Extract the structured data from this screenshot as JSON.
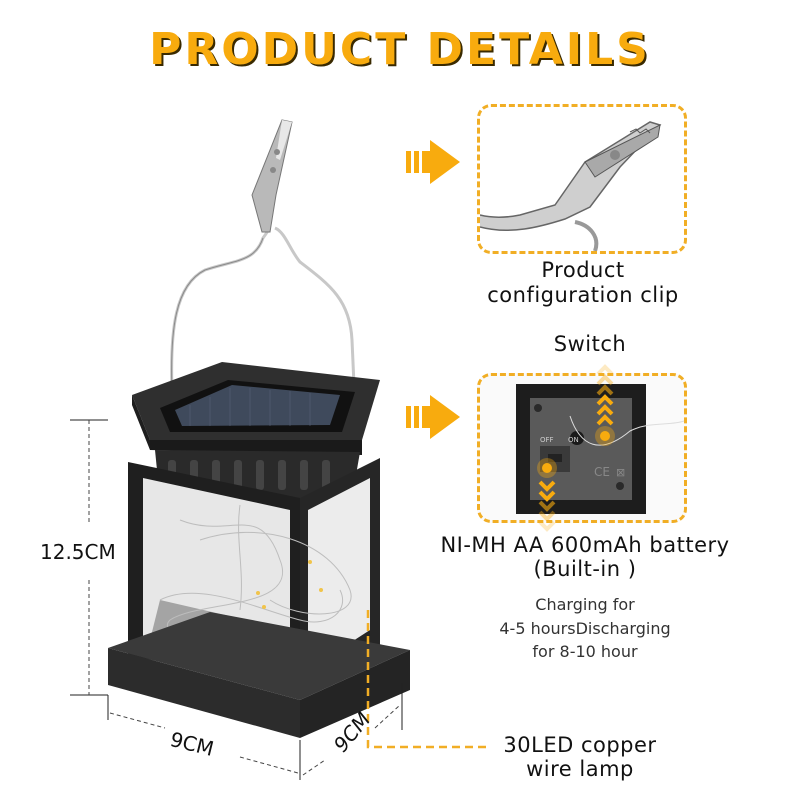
{
  "title": "PRODUCT DETAILS",
  "colors": {
    "accent": "#F8AB0E",
    "dash": "#F1AE25",
    "lamp_body": "#2b2b2b",
    "title_shadow": "#3a2a00"
  },
  "dimensions": {
    "height": "12.5CM",
    "width": "9CM",
    "depth": "9CM"
  },
  "callouts": {
    "clip": {
      "label_line1": "Product",
      "label_line2": "configuration clip"
    },
    "switch": {
      "label": "Switch",
      "switch_off": "OFF",
      "switch_on": "ON"
    },
    "battery": {
      "line1": "NI-MH AA 600mAh battery",
      "line2": "(Built-in )"
    },
    "charging": {
      "line1": "Charging for",
      "line2": "4-5 hoursDischarging",
      "line3": "for 8-10 hour"
    },
    "led": {
      "line1": "30LED copper",
      "line2": "wire lamp"
    }
  },
  "icons": [
    "arrow-right-icon",
    "chevron-up-icon",
    "chevron-down-icon",
    "ce-mark-icon",
    "wheelie-bin-icon"
  ]
}
